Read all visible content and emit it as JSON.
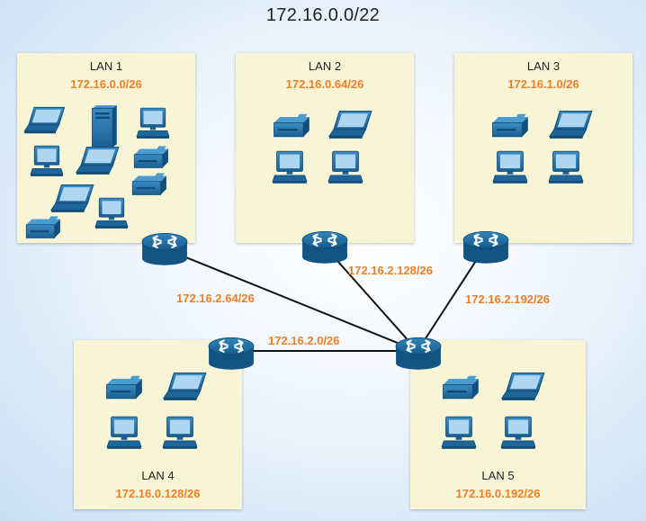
{
  "title": "172.16.0.0/22",
  "lans": [
    {
      "name": "LAN 1",
      "network": "172.16.0.0/26"
    },
    {
      "name": "LAN 2",
      "network": "172.16.0.64/26"
    },
    {
      "name": "LAN 3",
      "network": "172.16.1.0/26"
    },
    {
      "name": "LAN 4",
      "network": "172.16.0.128/26"
    },
    {
      "name": "LAN 5",
      "network": "172.16.0.192/26"
    }
  ],
  "links": [
    {
      "network": "172.16.2.64/26"
    },
    {
      "network": "172.16.2.128/26"
    },
    {
      "network": "172.16.2.192/26"
    },
    {
      "network": "172.16.2.0/26"
    }
  ],
  "colors": {
    "lan_background": "#f8f5d6",
    "address_text": "#f07e26",
    "device_blue": "#1f6fa5",
    "link_line": "#111111"
  },
  "icons": [
    "laptop-icon",
    "desktop-pc-icon",
    "server-tower-icon",
    "printer-icon",
    "router-icon"
  ]
}
